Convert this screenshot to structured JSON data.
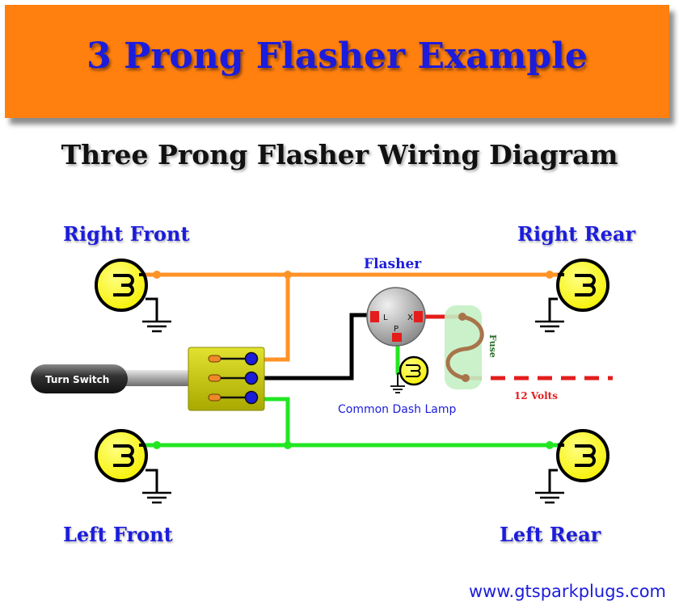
{
  "banner": {
    "title": "3 Prong Flasher Example"
  },
  "diagram": {
    "subtitle": "Three Prong Flasher Wiring Diagram",
    "labels": {
      "right_front": "Right Front",
      "right_rear": "Right Rear",
      "left_front": "Left Front",
      "left_rear": "Left Rear",
      "flasher": "Flasher",
      "turn_switch": "Turn Switch",
      "fuse": "Fuse",
      "dash_lamp": "Common Dash Lamp",
      "voltage": "12 Volts"
    },
    "flasher_pins": {
      "left": "L",
      "right": "X",
      "bottom": "P"
    }
  },
  "colors": {
    "banner": "#ff7f0f",
    "title_blue": "#1c1cdc",
    "wire_orange": "#ff9326",
    "wire_green": "#22e622",
    "wire_black": "#000000",
    "wire_red": "#e41c1c",
    "bulb_yellow": "#f5f000",
    "switch_yellow": "#c8c800",
    "fuse_brown": "#a8744a",
    "fuse_glass": "#c4f0c4"
  },
  "footer": {
    "website": "www.gtsparkplugs.com"
  }
}
